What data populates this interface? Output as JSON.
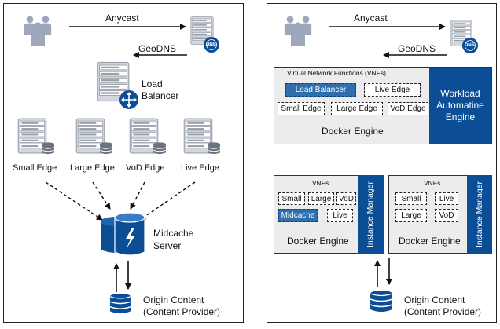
{
  "left": {
    "anycast": "Anycast",
    "geodns": "GeoDNS",
    "dns_badge": "DNS",
    "load_balancer": [
      "Load",
      "Balancer"
    ],
    "edges": [
      "Small Edge",
      "Large Edge",
      "VoD Edge",
      "Live Edge"
    ],
    "midcache": [
      "Midcache",
      "Server"
    ],
    "origin": [
      "Origin Content",
      "(Content Provider)"
    ]
  },
  "right": {
    "anycast": "Anycast",
    "geodns": "GeoDNS",
    "dns_badge": "DNS",
    "vnf_title": "Virtual Network Functions (VNFs)",
    "vnfs": [
      "Load Balancer",
      "Live Edge",
      "Small Edge",
      "Large Edge",
      "VoD Edge"
    ],
    "docker_engine": "Docker Engine",
    "workload": [
      "Workload",
      "Automatine",
      "Engine"
    ],
    "instances": [
      {
        "title": "VNFs",
        "vnfs": [
          "Small",
          "Large",
          "VoD",
          "Midcache",
          "Live"
        ],
        "docker": "Docker Engine",
        "manager": "Instance Manager"
      },
      {
        "title": "VNFs",
        "vnfs": [
          "Small",
          "Live",
          "Large",
          "VoD"
        ],
        "docker": "Docker Engine",
        "manager": "Instance Manager"
      }
    ],
    "origin": [
      "Origin Content",
      "(Content Provider)"
    ]
  },
  "colors": {
    "server_fill": "#b8bcc6",
    "accent_blue": "#0b4e96",
    "vnf_selected": "#2f6fb0",
    "engine_gray": "#ececec"
  }
}
